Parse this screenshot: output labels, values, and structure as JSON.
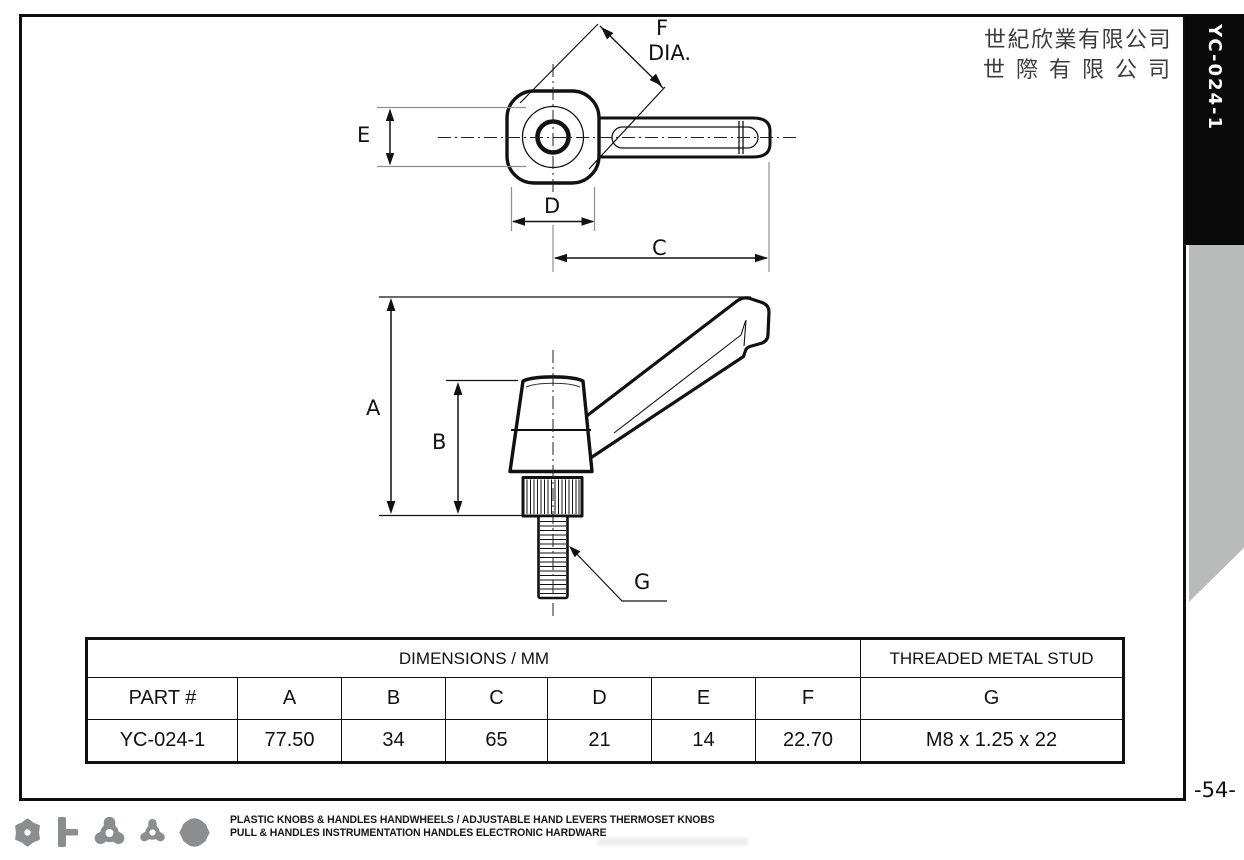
{
  "company": {
    "line1": "世紀欣業有限公司",
    "line2": "世 際 有 限 公 司"
  },
  "side_tab": {
    "label": "YC-024-1"
  },
  "page": {
    "number": "-54-"
  },
  "drawing": {
    "labels": {
      "f": "F",
      "f_dia": "DIA.",
      "e": "E",
      "d": "D",
      "c": "C",
      "a": "A",
      "b": "B",
      "g": "G"
    }
  },
  "table": {
    "header_dimensions": "DIMENSIONS / MM",
    "header_stud": "THREADED METAL STUD",
    "columns": [
      "PART #",
      "A",
      "B",
      "C",
      "D",
      "E",
      "F",
      "G"
    ],
    "rows": [
      [
        "YC-024-1",
        "77.50",
        "34",
        "65",
        "21",
        "14",
        "22.70",
        "M8 x 1.25 x 22"
      ]
    ]
  },
  "footer": {
    "line1": "PLASTIC KNOBS & HANDLES HANDWHEELS / ADJUSTABLE HAND LEVERS THERMOSET KNOBS",
    "line2": "PULL & HANDLES INSTRUMENTATION HANDLES ELECTRONIC HARDWARE",
    "icons": [
      "hex-knob-icon",
      "tee-handle-icon",
      "three-lobe-knob-icon",
      "tri-knob-icon",
      "knurled-knob-icon"
    ]
  },
  "colors": {
    "line": "#111111",
    "extension_line": "#8f8f8f",
    "tab_bg": "#0a0a0a",
    "tab_text": "#ffffff",
    "page_curl": "#b9bcba",
    "icon_gray": "#8a8e90"
  }
}
